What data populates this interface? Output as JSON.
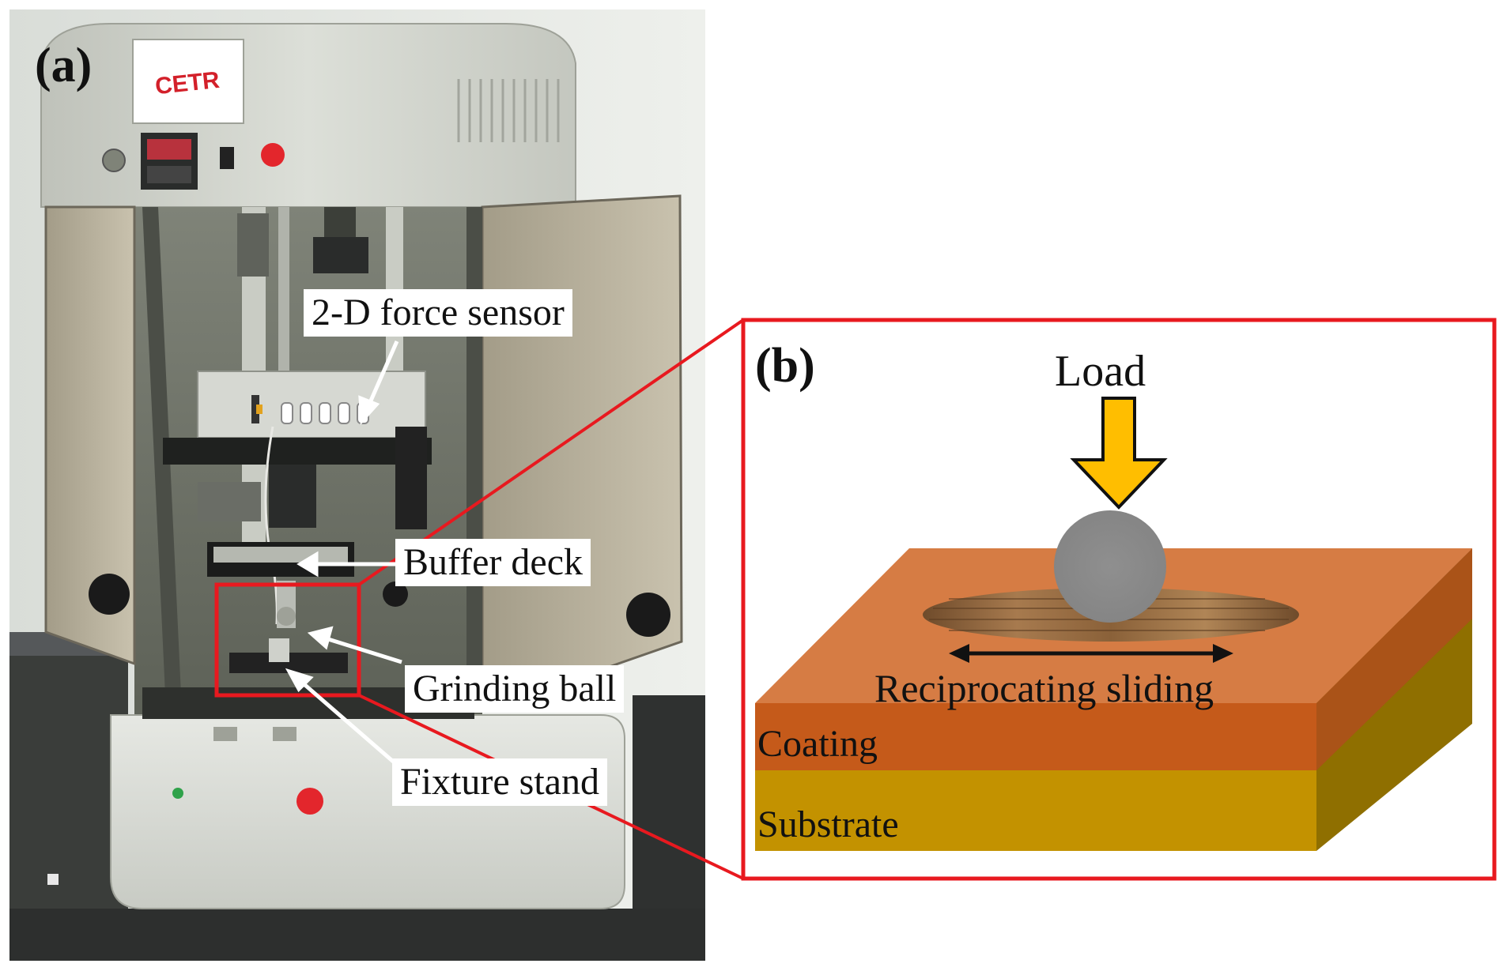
{
  "panel_a": {
    "letter": "(a)",
    "machine_brand": "CETR",
    "callouts": {
      "force_sensor": "2-D force sensor",
      "buffer_deck": "Buffer deck",
      "grinding_ball": "Grinding ball",
      "fixture_stand": "Fixture stand"
    }
  },
  "panel_b": {
    "letter": "(b)",
    "load": "Load",
    "motion": "Reciprocating sliding",
    "coating": "Coating",
    "substrate": "Substrate"
  },
  "colors": {
    "highlight_red": "#e8191f",
    "load_arrow": "#ffbe00",
    "coating_top": "#d67c44",
    "coating_front": "#c55a1a",
    "substrate_front": "#c39200",
    "ball": "#8a8a8a"
  }
}
